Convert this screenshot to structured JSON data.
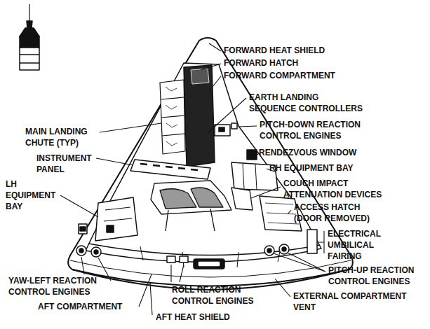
{
  "diagram": {
    "labels": [
      "FORWARD HEAT SHIELD",
      "FORWARD HATCH",
      "FORWARD COMPARTMENT",
      "EARTH LANDING SEQUENCE CONTROLLERS",
      "PITCH-DOWN REACTION CONTROL ENGINES",
      "RENDEZVOUS WINDOW",
      "RH EQUIPMENT BAY",
      "COUCH IMPACT ATTENUATION DEVICES",
      "ACCESS HATCH (DOOR REMOVED)",
      "ELECTRICAL UMBILICAL FAIRING",
      "PITCH-UP REACTION CONTROL ENGINES",
      "EXTERNAL COMPARTMENT VENT",
      "AFT HEAT SHIELD",
      "ROLL REACTION CONTROL ENGINES",
      "AFT COMPARTMENT",
      "YAW-LEFT REACTION CONTROL ENGINES",
      "LH EQUIPMENT BAY",
      "INSTRUMENT PANEL",
      "MAIN LANDING CHUTE (TYP)"
    ]
  }
}
